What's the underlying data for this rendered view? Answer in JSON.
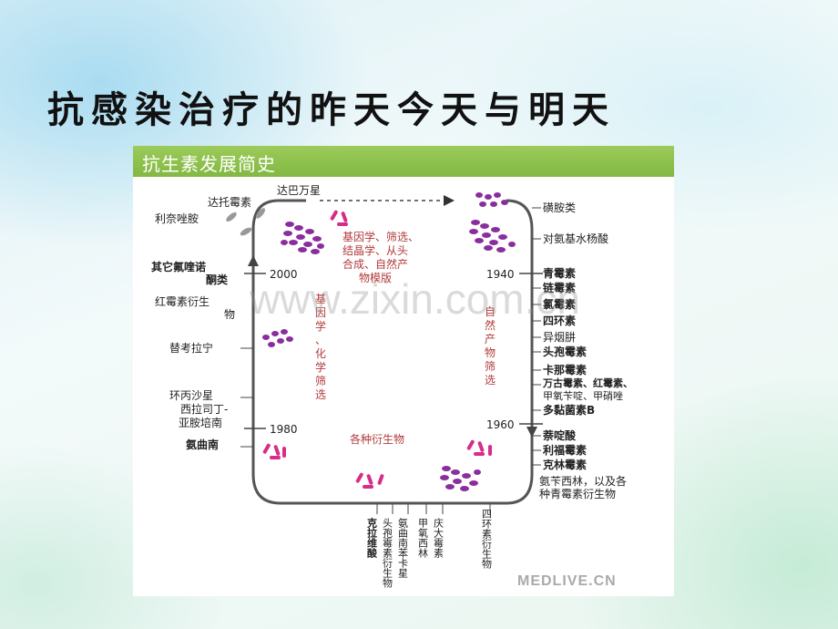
{
  "slide": {
    "title": "抗感染治疗的昨天今天与明天"
  },
  "panel": {
    "header": "抗生素发展简史",
    "watermark": "www.zixin.com.cn",
    "logo": "MEDLIVE.CN"
  },
  "timeline": {
    "years": {
      "y2000": "2000",
      "y1980": "1980",
      "y1940": "1940",
      "y1960": "1960"
    },
    "left": {
      "dalbavancin": "达巴万星",
      "daptomycin": "达托霉素",
      "linezolid": "利奈唑胺",
      "fq1": "其它氟喹诺",
      "fq2": "酮类",
      "ery1": "红霉素衍生",
      "ery2": "物",
      "tigecycline": "替考拉宁",
      "cipro": "环丙沙星",
      "cila": "西拉司丁-",
      "imi": "亚胺培南",
      "aztreonam": "氨曲南"
    },
    "right": {
      "sulfa": "磺胺类",
      "pas": "对氨基水杨酸",
      "penicillin": "青霉素",
      "strepto": "链霉素",
      "chloram": "氯霉素",
      "tetra": "四环素",
      "isoniazid": "异烟肼",
      "cephalo": "头孢霉素",
      "kana": "卡那霉素",
      "vanco1": "万古霉素、红霉素、",
      "vanco2": "甲氧苄啶、甲硝唑",
      "polymyxin": "多黏菌素B",
      "nalidixic": "萘啶酸",
      "rifamycin": "利福霉素",
      "clinda": "克林霉素",
      "amox1": "氨苄西林，以及各",
      "amox2": "种青霉素衍生物"
    },
    "bottom": {
      "clav": "克拉维酸",
      "ceph_deriv": "头孢霉素衍生物",
      "aminos": "氨曲南苯卡星",
      "mezlo": "甲氧西林",
      "genta": "庆大霉素",
      "tetra_deriv": "四环素衍生物"
    },
    "center": {
      "top1": "基因学、筛选、",
      "top2": "结晶学、从头",
      "top3": "合成、自然产",
      "top4": "物模版",
      "left_v": [
        "基",
        "因",
        "学",
        "、",
        "化",
        "学",
        "筛",
        "选"
      ],
      "right_v": [
        "自",
        "然",
        "产",
        "物",
        "筛",
        "选"
      ],
      "bottom": "各种衍生物"
    }
  }
}
